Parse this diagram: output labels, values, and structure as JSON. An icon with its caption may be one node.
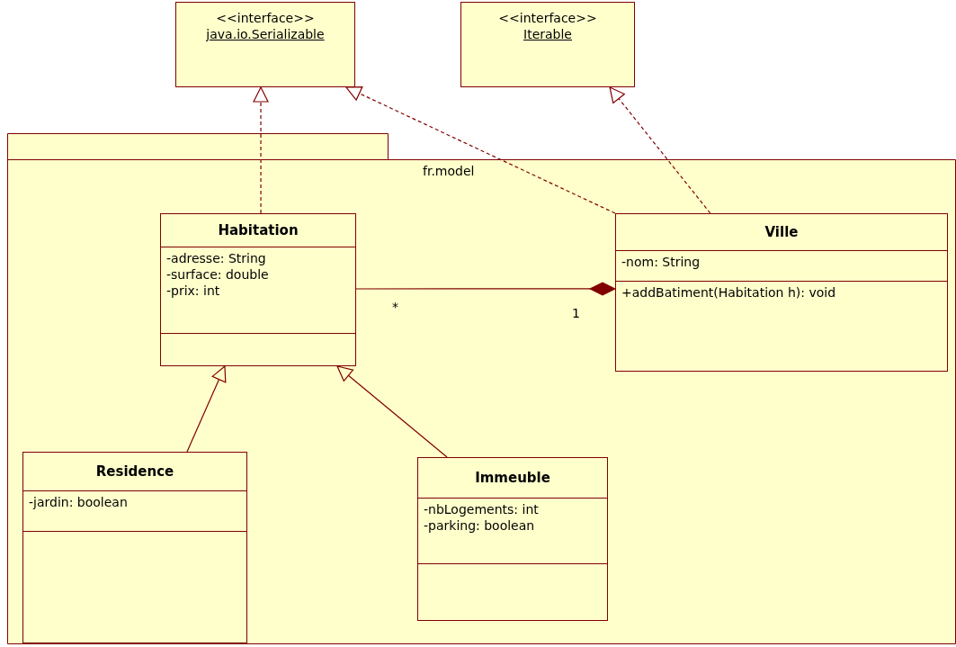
{
  "diagram": {
    "nodes": [
      {
        "text": [
          "<<interface>>",
          "java.io.Serializable"
        ]
      },
      {
        "text": [
          "<<interface>>",
          "Iterable"
        ]
      },
      {
        "text": [
          "fr.model"
        ]
      },
      {
        "text": [
          "Habitation",
          "-adresse: String",
          "-surface: double",
          "-prix: int"
        ],
        "in": 2
      },
      {
        "text": [
          "Ville",
          "-nom: String",
          "+addBatiment(Habitation h): void"
        ],
        "in": 2
      },
      {
        "text": [
          "Residence",
          "-jardin: boolean"
        ],
        "in": 2
      },
      {
        "text": [
          "Immeuble",
          "-nbLogements: int",
          "-parking: boolean"
        ],
        "in": 2
      }
    ],
    "edges": [
      {
        "from": 3,
        "to": 0,
        "arrow": "to",
        "style": "dashed"
      },
      {
        "from": 4,
        "to": 0,
        "arrow": "to",
        "style": "dashed"
      },
      {
        "from": 4,
        "to": 1,
        "arrow": "to",
        "style": "dashed"
      },
      {
        "from": 3,
        "to": 4,
        "arrow": "other"
      },
      {
        "from": 5,
        "to": 3,
        "arrow": "to"
      },
      {
        "from": 6,
        "to": 3,
        "arrow": "to"
      }
    ],
    "labels": [
      "*",
      "1"
    ]
  }
}
